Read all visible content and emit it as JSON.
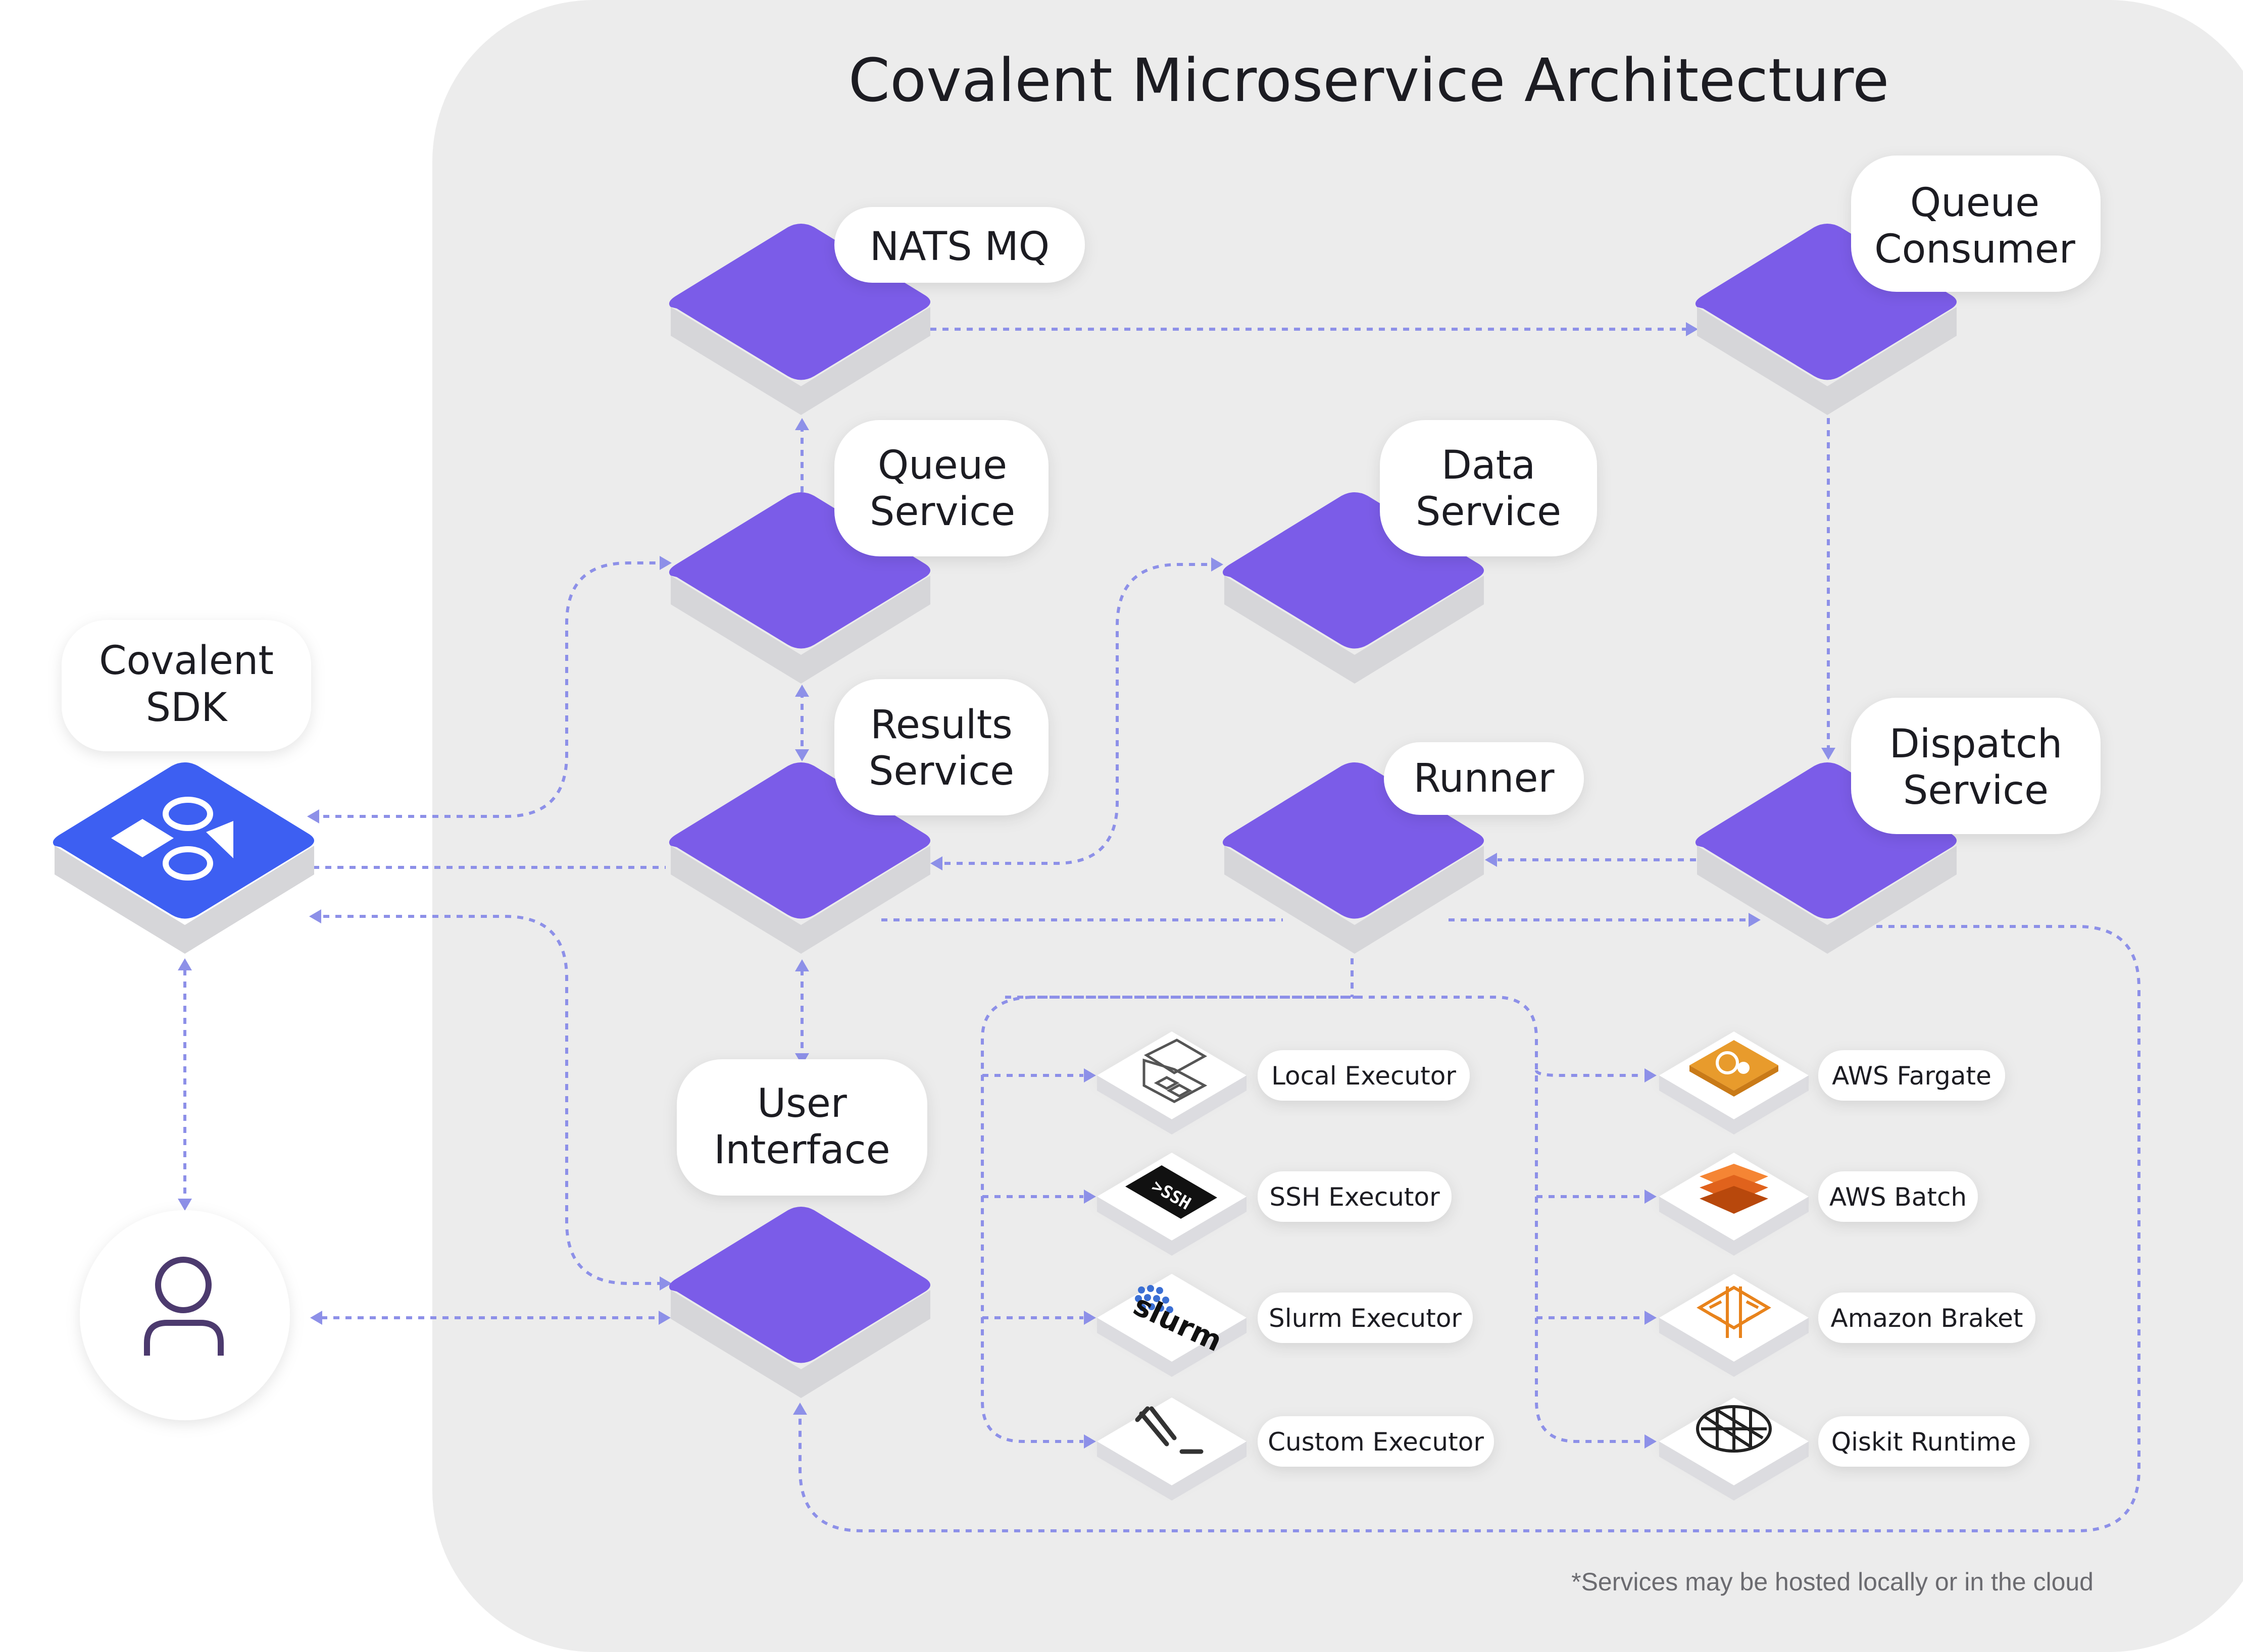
{
  "title": "Covalent Microservice Architecture",
  "footnote": "*Services may be hosted locally or in the cloud",
  "sdk": {
    "lines": [
      "Covalent",
      "SDK"
    ]
  },
  "services": {
    "nats": {
      "lines": [
        "NATS MQ"
      ]
    },
    "queue_consumer": {
      "lines": [
        "Queue",
        "Consumer"
      ]
    },
    "queue_service": {
      "lines": [
        "Queue",
        "Service"
      ]
    },
    "data_service": {
      "lines": [
        "Data",
        "Service"
      ]
    },
    "results_service": {
      "lines": [
        "Results",
        "Service"
      ]
    },
    "runner": {
      "lines": [
        "Runner"
      ]
    },
    "dispatch_service": {
      "lines": [
        "Dispatch",
        "Service"
      ]
    },
    "user_interface": {
      "lines": [
        "User",
        "Interface"
      ]
    }
  },
  "executors_left": [
    {
      "label": "Local Executor",
      "icon": "laptop-icon"
    },
    {
      "label": "SSH Executor",
      "icon": "ssh-icon"
    },
    {
      "label": "Slurm Executor",
      "icon": "slurm-logo-icon",
      "logo_text": "slurm"
    },
    {
      "label": "Custom Executor",
      "icon": "pencil-terminal-icon"
    }
  ],
  "executors_right": [
    {
      "label": "AWS Fargate",
      "icon": "aws-fargate-icon"
    },
    {
      "label": "AWS Batch",
      "icon": "aws-batch-icon"
    },
    {
      "label": "Amazon Braket",
      "icon": "amazon-braket-icon"
    },
    {
      "label": "Qiskit Runtime",
      "icon": "qiskit-globe-icon"
    }
  ],
  "colors": {
    "panel": "#ececec",
    "node_top": "#7b5ce8",
    "node_side": "#d6d6d9",
    "sdk_top": "#3d5ff2",
    "connector": "#8d90e8",
    "text": "#1c1c22",
    "user_icon": "#4c3a6e"
  }
}
